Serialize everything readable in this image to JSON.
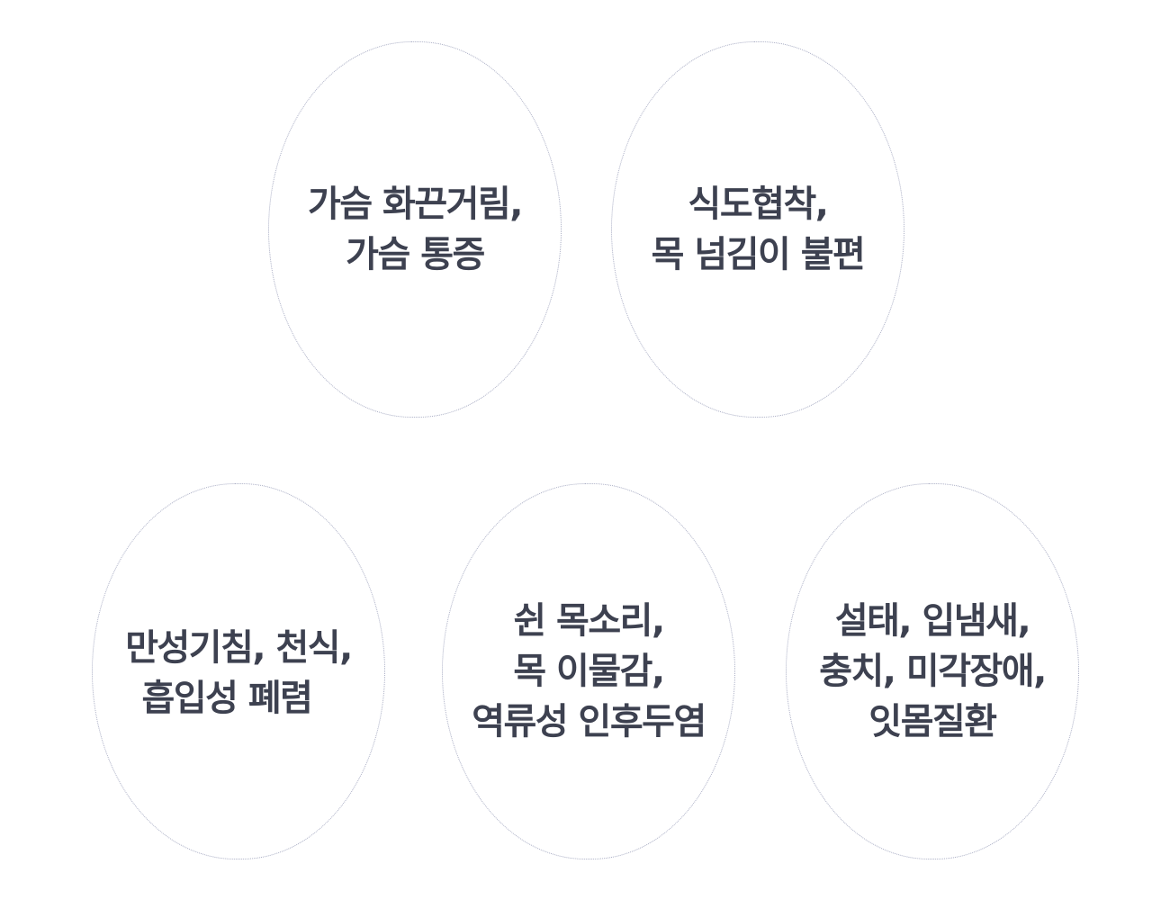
{
  "symptoms": [
    {
      "lines": [
        "가슴 화끈거림,",
        "가슴 통증"
      ]
    },
    {
      "lines": [
        "식도협착,",
        "목 넘김이 불편"
      ]
    },
    {
      "lines": [
        "만성기침, 천식,",
        "흡입성 폐렴"
      ]
    },
    {
      "lines": [
        "쉰 목소리,",
        "목 이물감,",
        "역류성 인후두염"
      ]
    },
    {
      "lines": [
        "설태, 입냄새,",
        "충치, 미각장애,",
        "잇몸질환"
      ]
    }
  ],
  "colors": {
    "text": "#3d4150",
    "border": "#a9adc4",
    "background": "#ffffff"
  }
}
